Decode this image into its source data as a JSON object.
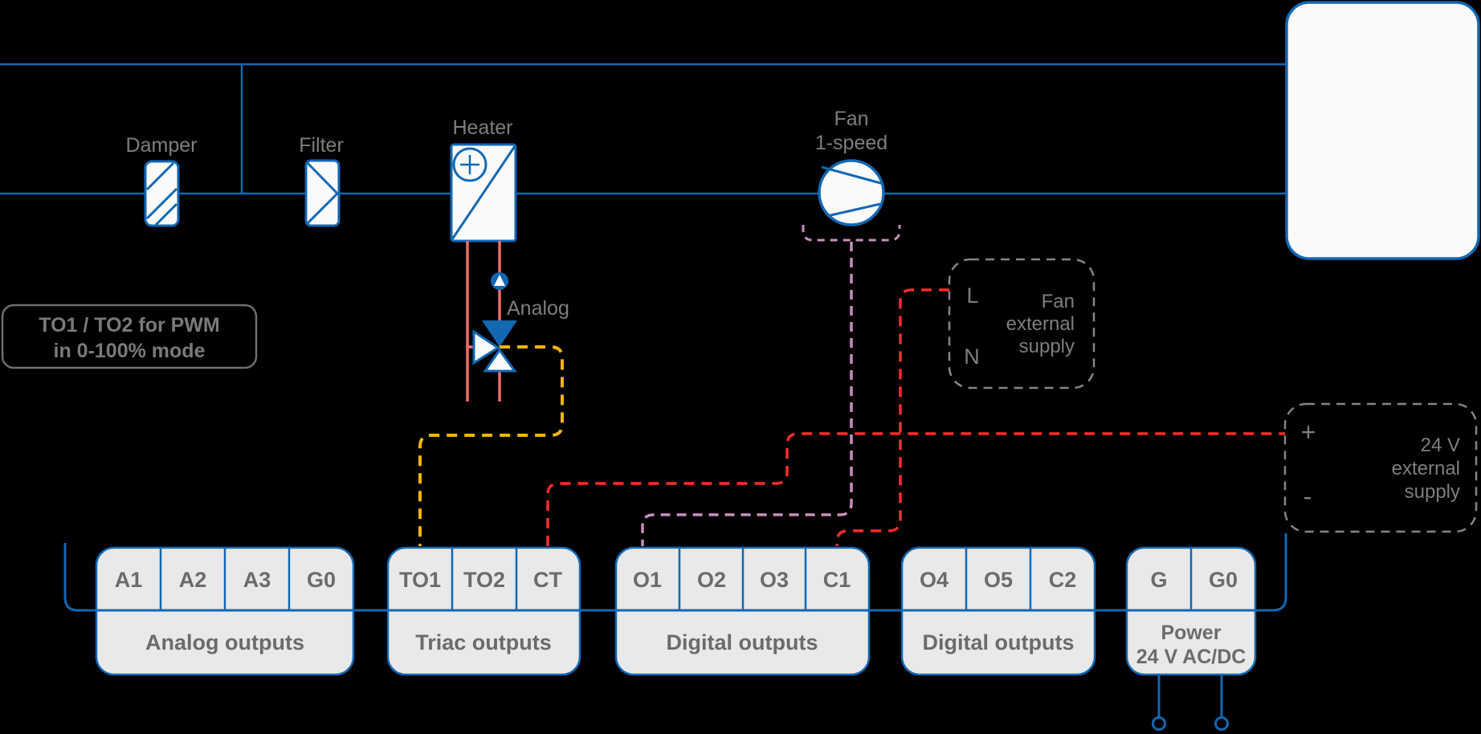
{
  "colors": {
    "blue": "#1268b3",
    "red": "#ff2b2b",
    "pipe": "#f26d6d",
    "yellow": "#f2b40a",
    "violet": "#c78ebc",
    "graydash": "#858585",
    "textgray": "#7e7e7e",
    "labelgray": "#6b6b6b",
    "blockfill": "#e9e9e9",
    "white": "#fafafa",
    "bg": "#000000"
  },
  "components": {
    "damper": "Damper",
    "filter": "Filter",
    "heater": "Heater",
    "fan_line1": "Fan",
    "fan_line2": "1-speed",
    "valve": "Analog"
  },
  "note": {
    "line1": "TO1 / TO2 for PWM",
    "line2": "in 0-100% mode"
  },
  "fan_supply": {
    "terminal_l": "L",
    "terminal_n": "N",
    "label_line1": "Fan",
    "label_line2": "external",
    "label_line3": "supply"
  },
  "supply_24v": {
    "terminal_plus": "+",
    "terminal_minus": "-",
    "label_line1": "24 V",
    "label_line2": "external",
    "label_line3": "supply"
  },
  "blocks": {
    "analog": {
      "label": "Analog outputs",
      "terminals": [
        "A1",
        "A2",
        "A3",
        "G0"
      ]
    },
    "triac": {
      "label": "Triac outputs",
      "terminals": [
        "TO1",
        "TO2",
        "CT"
      ]
    },
    "digital1": {
      "label": "Digital outputs",
      "terminals": [
        "O1",
        "O2",
        "O3",
        "C1"
      ]
    },
    "digital2": {
      "label": "Digital outputs",
      "terminals": [
        "O4",
        "O5",
        "C2"
      ]
    },
    "power": {
      "label_line1": "Power",
      "label_line2": "24 V AC/DC",
      "terminals": [
        "G",
        "G0"
      ]
    }
  }
}
